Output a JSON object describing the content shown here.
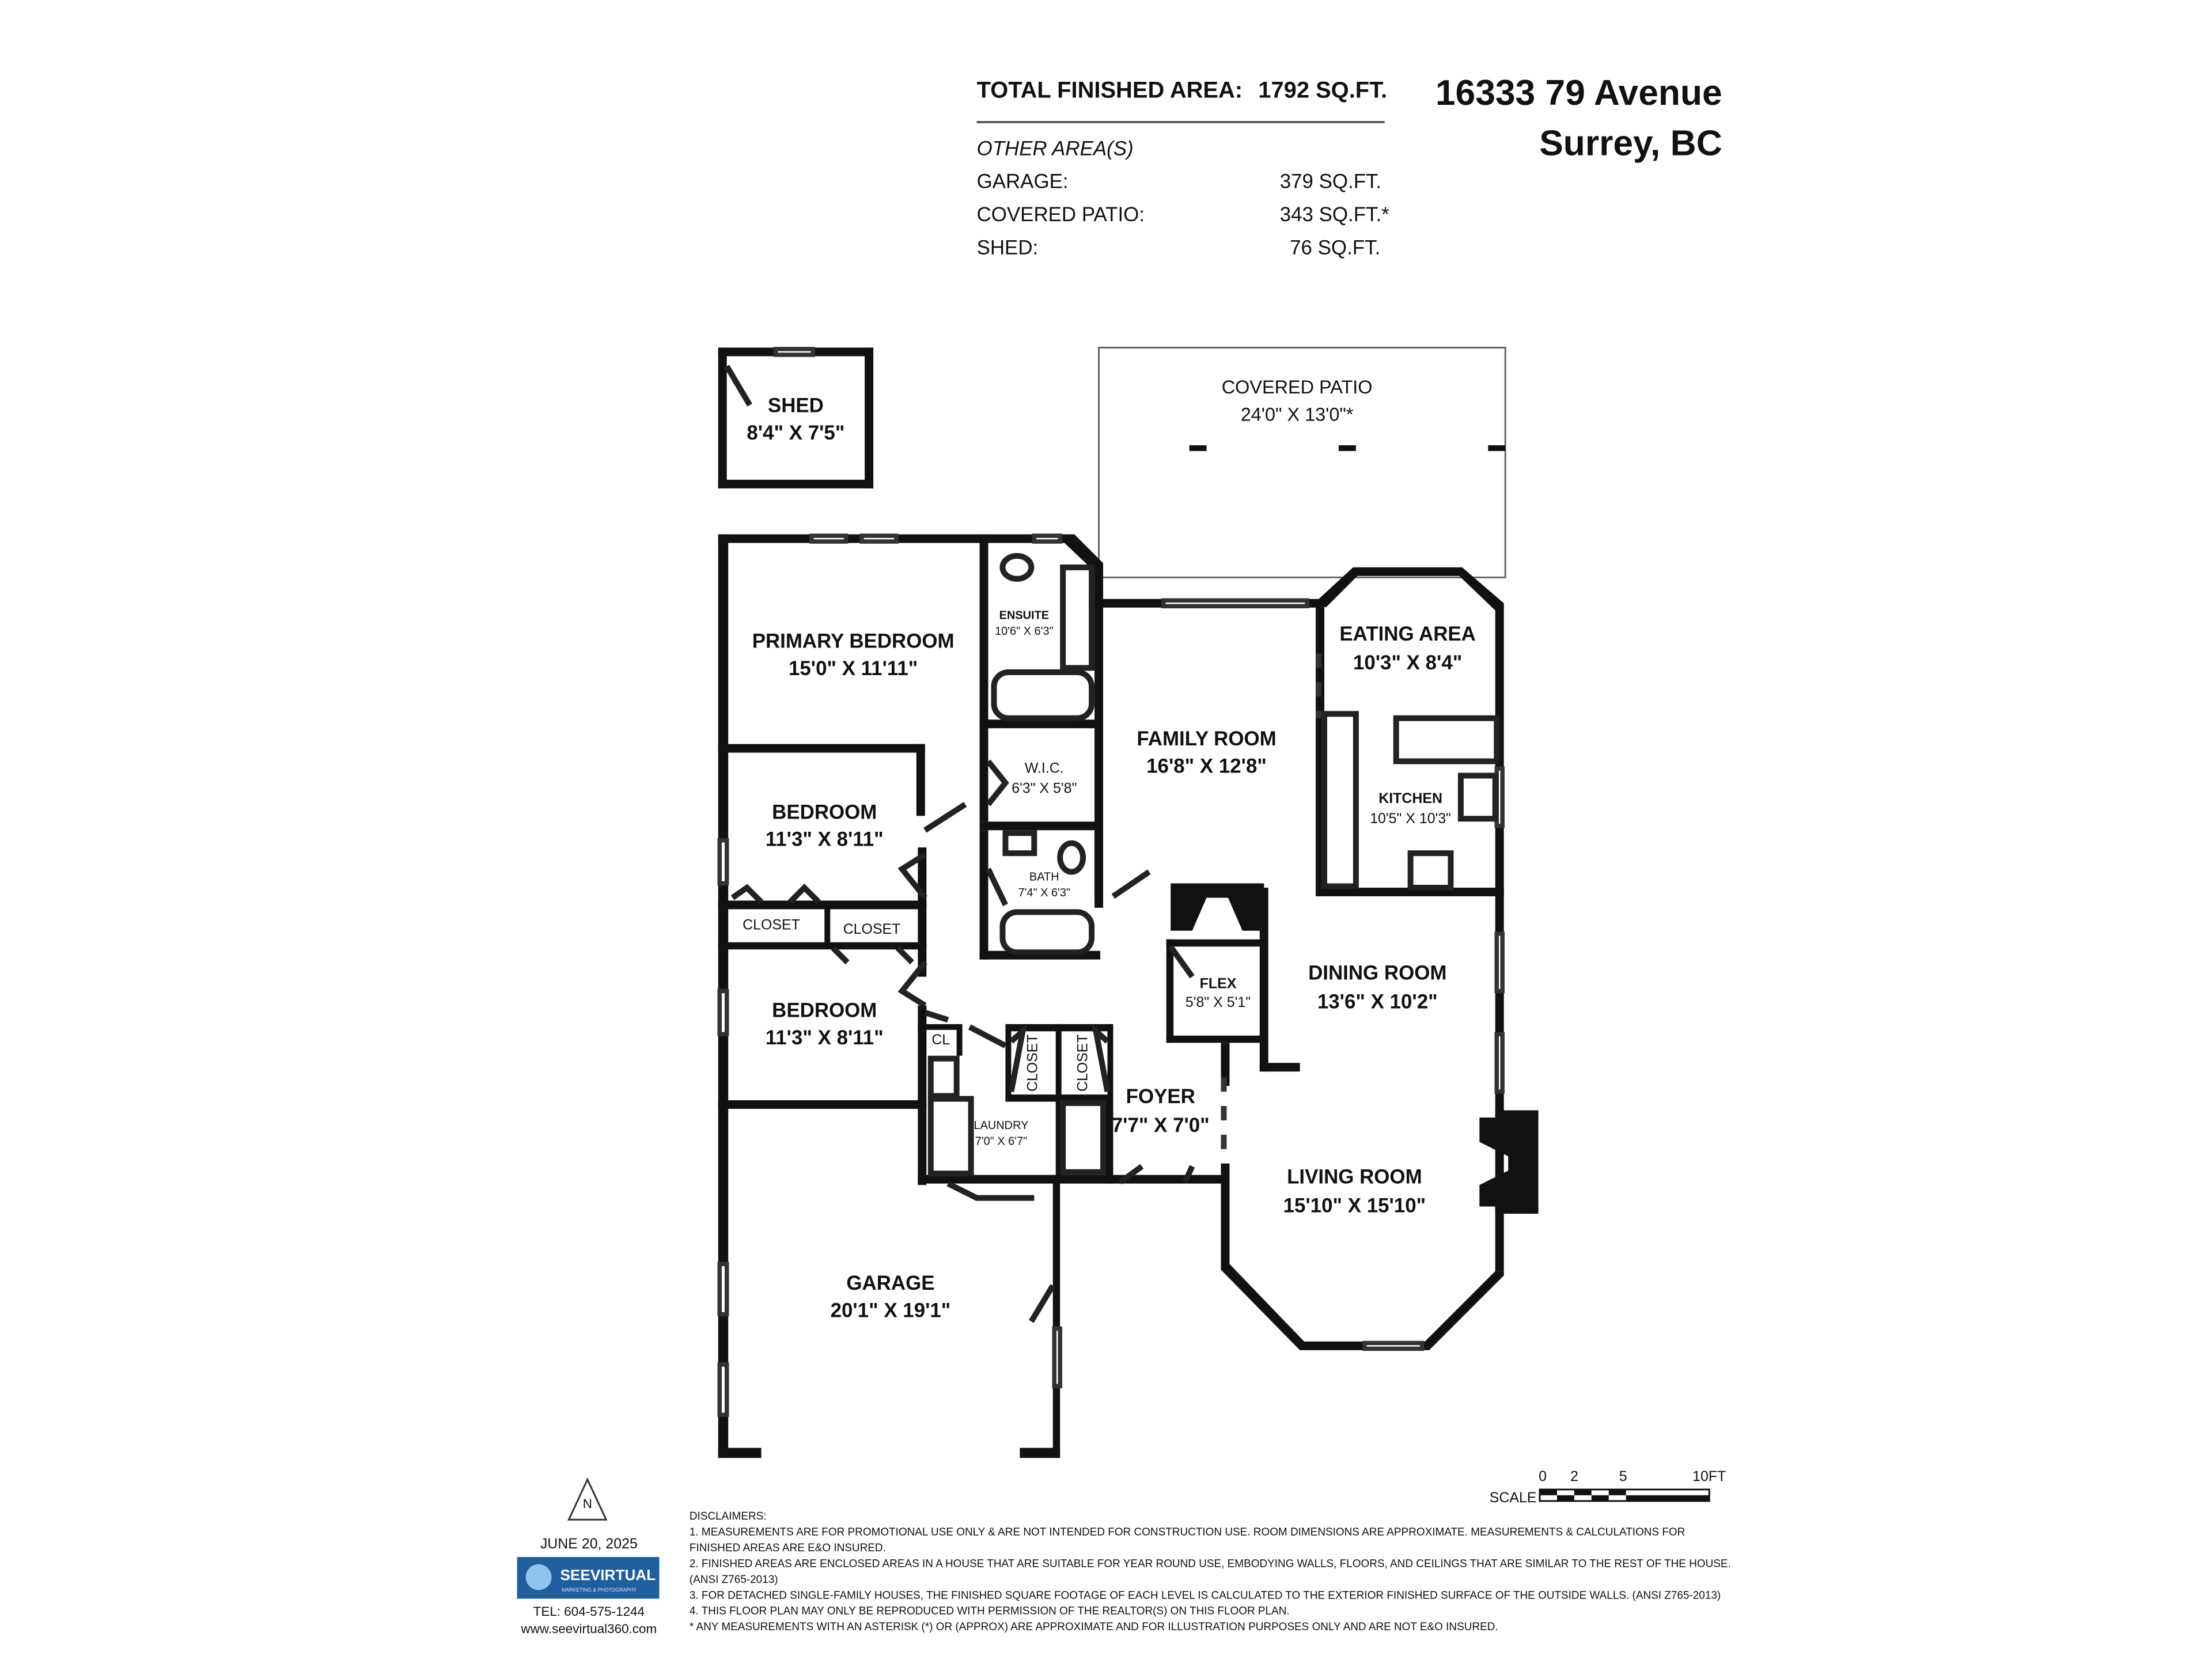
{
  "header": {
    "total_label": "TOTAL FINISHED AREA:",
    "total_value": "1792 SQ.FT.",
    "other_areas_label": "OTHER AREA(S)",
    "other_areas": [
      {
        "label": "GARAGE:",
        "value": "379 SQ.FT."
      },
      {
        "label": "COVERED PATIO:",
        "value": "343 SQ.FT.*"
      },
      {
        "label": "SHED:",
        "value": "76 SQ.FT."
      }
    ],
    "address_line1": "16333 79 Avenue",
    "address_line2": "Surrey, BC"
  },
  "rooms": {
    "shed": {
      "name": "SHED",
      "dims": "8'4\" X 7'5\""
    },
    "covered_patio": {
      "name": "COVERED PATIO",
      "dims": "24'0\" X 13'0\"*"
    },
    "primary_bedroom": {
      "name": "PRIMARY BEDROOM",
      "dims": "15'0\" X 11'11\""
    },
    "ensuite": {
      "name": "ENSUITE",
      "dims": "10'6\" X 6'3\""
    },
    "wic": {
      "name": "W.I.C.",
      "dims": "6'3\" X 5'8\""
    },
    "family_room": {
      "name": "FAMILY ROOM",
      "dims": "16'8\" X 12'8\""
    },
    "eating_area": {
      "name": "EATING AREA",
      "dims": "10'3\" X 8'4\""
    },
    "kitchen": {
      "name": "KITCHEN",
      "dims": "10'5\" X 10'3\""
    },
    "bedroom_1": {
      "name": "BEDROOM",
      "dims": "11'3\" X 8'11\""
    },
    "bath": {
      "name": "BATH",
      "dims": "7'4\" X 6'3\""
    },
    "closet_1": {
      "name": "CLOSET"
    },
    "closet_2": {
      "name": "CLOSET"
    },
    "bedroom_2": {
      "name": "BEDROOM",
      "dims": "11'3\" X 8'11\""
    },
    "cl": {
      "name": "CL"
    },
    "closet_3": {
      "name": "CLOSET"
    },
    "closet_4": {
      "name": "CLOSET"
    },
    "laundry": {
      "name": "LAUNDRY",
      "dims": "7'0\" X 6'7\""
    },
    "flex": {
      "name": "FLEX",
      "dims": "5'8\" X 5'1\""
    },
    "dining_room": {
      "name": "DINING ROOM",
      "dims": "13'6\" X 10'2\""
    },
    "foyer": {
      "name": "FOYER",
      "dims": "7'7\" X 7'0\""
    },
    "living_room": {
      "name": "LIVING ROOM",
      "dims": "15'10\" X 15'10\""
    },
    "garage": {
      "name": "GARAGE",
      "dims": "20'1\" X 19'1\""
    }
  },
  "scale": {
    "label": "SCALE",
    "ticks": [
      "0",
      "2",
      "5",
      "10FT"
    ]
  },
  "footer": {
    "north": "N",
    "date": "JUNE 20, 2025",
    "logo_text": "SEEVIRTUAL",
    "logo_sub": "MARKETING & PHOTOGRAPHY",
    "phone": "TEL: 604-575-1244",
    "website": "www.seevirtual360.com",
    "disclaimer_title": "DISCLAIMERS:",
    "disclaimer_lines": [
      "1. MEASUREMENTS ARE FOR PROMOTIONAL USE ONLY & ARE NOT INTENDED FOR CONSTRUCTION USE. ROOM DIMENSIONS ARE APPROXIMATE. MEASUREMENTS & CALCULATIONS FOR",
      "FINISHED AREAS ARE E&O INSURED.",
      "2. FINISHED AREAS ARE ENCLOSED AREAS IN A HOUSE THAT ARE SUITABLE FOR YEAR ROUND USE, EMBODYING WALLS, FLOORS, AND CEILINGS THAT ARE SIMILAR TO THE REST OF THE HOUSE.",
      "(ANSI Z765-2013)",
      "3. FOR DETACHED SINGLE-FAMILY HOUSES, THE FINISHED SQUARE FOOTAGE OF EACH LEVEL IS CALCULATED TO THE EXTERIOR FINISHED SURFACE OF THE OUTSIDE WALLS. (ANSI Z765-2013)",
      "4. THIS FLOOR PLAN MAY ONLY BE REPRODUCED WITH PERMISSION OF THE REALTOR(S) ON THIS FLOOR PLAN.",
      "* ANY MEASUREMENTS WITH AN ASTERISK (*) OR (APPROX) ARE APPROXIMATE AND FOR ILLUSTRATION PURPOSES ONLY AND ARE NOT E&O INSURED."
    ]
  },
  "colors": {
    "wall": "#111111",
    "logo_bg": "#1f5f9e"
  }
}
